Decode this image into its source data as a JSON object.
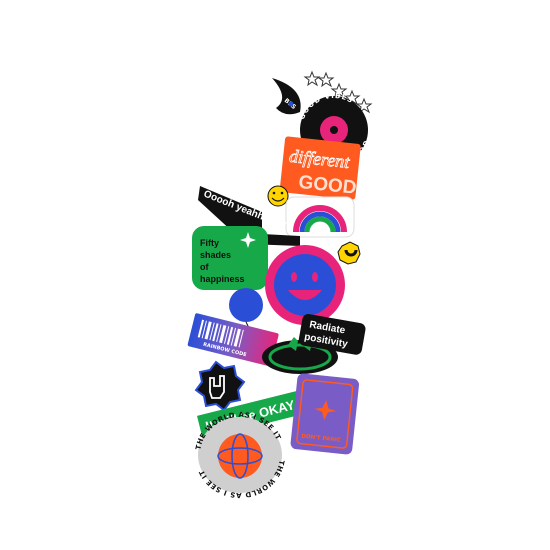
{
  "stickers": {
    "record_ring": "GOOD VIBES",
    "record_ring_partial": "BES",
    "different": "different",
    "good": "GOOD",
    "ooooh": "Ooooh yeahhh hh!",
    "fifty": [
      "Fifty",
      "shades",
      "of",
      "happiness"
    ],
    "radiate": [
      "Radiate",
      "positivity"
    ],
    "barcode_caption": "RAINBOW CODE",
    "okay": "It will be OKAY",
    "world_ring": "THE WORLD AS I SEE IT",
    "ticket_caption": "DON'T PANIC"
  },
  "colors": {
    "black": "#111111",
    "orange": "#ff5a1f",
    "green": "#17a84a",
    "magenta": "#e8247a",
    "blue": "#2a4fd6",
    "purple": "#7a5cc6",
    "yellow": "#ffd400",
    "cream": "#f3efe2"
  },
  "icons": [
    "star-outline-icon",
    "smiley-face-icon",
    "rainbow-icon",
    "horseshoe-icon",
    "rock-hand-icon",
    "balloon-icon",
    "sparkle-icon"
  ]
}
